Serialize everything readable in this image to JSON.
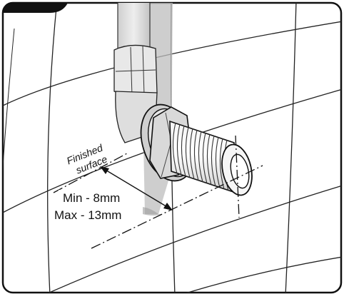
{
  "diagram": {
    "badge_label": "",
    "finished_surface_line1": "Finished",
    "finished_surface_line2": "surface",
    "min_label": "Min - 8mm",
    "max_label": "Max - 13mm"
  },
  "colors": {
    "ink": "#111111",
    "pipe_shadow": "#b9b9b9",
    "pipe_body": "#e2e2e2",
    "wall": "#ffffff",
    "badge": "#111111"
  },
  "icons": {
    "fitting": "threaded-wall-fitting-icon",
    "pipe": "concealed-pipe-icon"
  }
}
